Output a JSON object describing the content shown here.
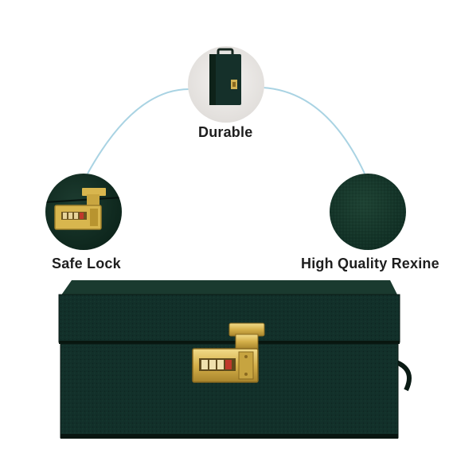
{
  "features": {
    "durable": {
      "label": "Durable",
      "icon": "briefcase-photo"
    },
    "safe_lock": {
      "label": "Safe Lock",
      "icon": "combination-lock-photo"
    },
    "rexine": {
      "label": "High Quality Rexine",
      "icon": "rexine-texture-swatch"
    }
  },
  "colors": {
    "background": "#ffffff",
    "arc": "#a9d3e3",
    "box_green": "#0f2a20",
    "brass": "#d8b64e"
  }
}
